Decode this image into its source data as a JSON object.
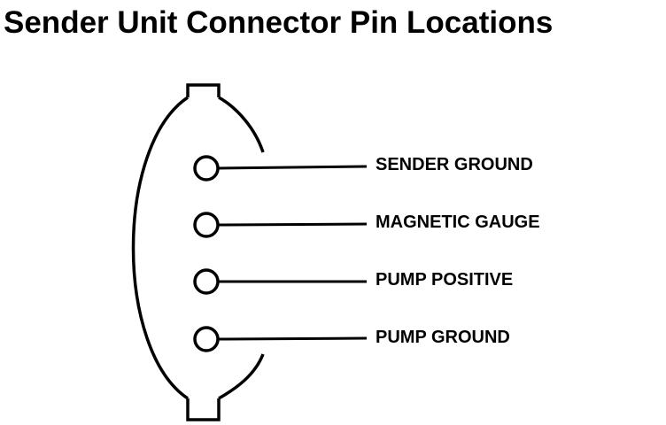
{
  "title": "Sender Unit Connector Pin Locations",
  "pins": [
    {
      "label": "SENDER GROUND"
    },
    {
      "label": "MAGNETIC GAUGE"
    },
    {
      "label": "PUMP POSITIVE"
    },
    {
      "label": "PUMP GROUND"
    }
  ]
}
